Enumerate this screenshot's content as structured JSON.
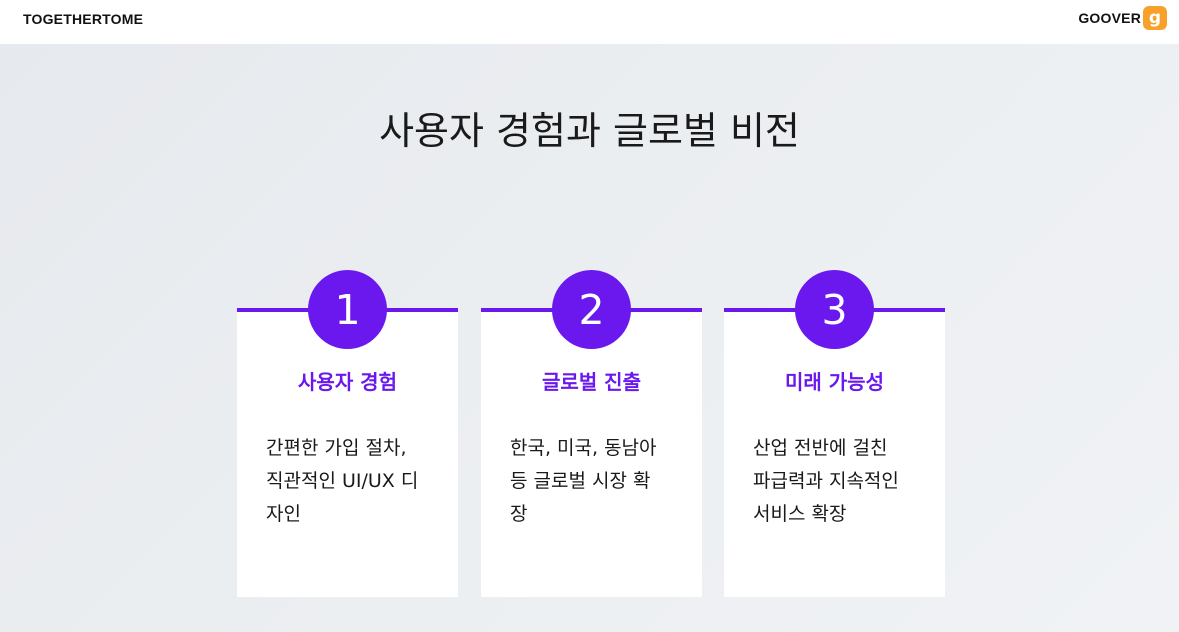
{
  "header": {
    "brand_left": "TOGETHERTOME",
    "brand_right": "GOOVER",
    "logo_letter": "g"
  },
  "page": {
    "title": "사용자 경험과 글로벌 비전"
  },
  "colors": {
    "accent": "#6a18ee",
    "logo": "#f7a12a",
    "background": "#eceff2"
  },
  "cards": [
    {
      "number": "1",
      "title": "사용자 경험",
      "desc_lines": [
        "간편한 가입 절차,",
        "직관적인 UI/UX 디",
        "자인"
      ]
    },
    {
      "number": "2",
      "title": "글로벌 진출",
      "desc_lines": [
        "한국, 미국, 동남아",
        "등 글로벌 시장 확",
        "장"
      ]
    },
    {
      "number": "3",
      "title": "미래 가능성",
      "desc_lines": [
        "산업 전반에 걸친",
        "파급력과 지속적인",
        "서비스 확장"
      ]
    }
  ]
}
